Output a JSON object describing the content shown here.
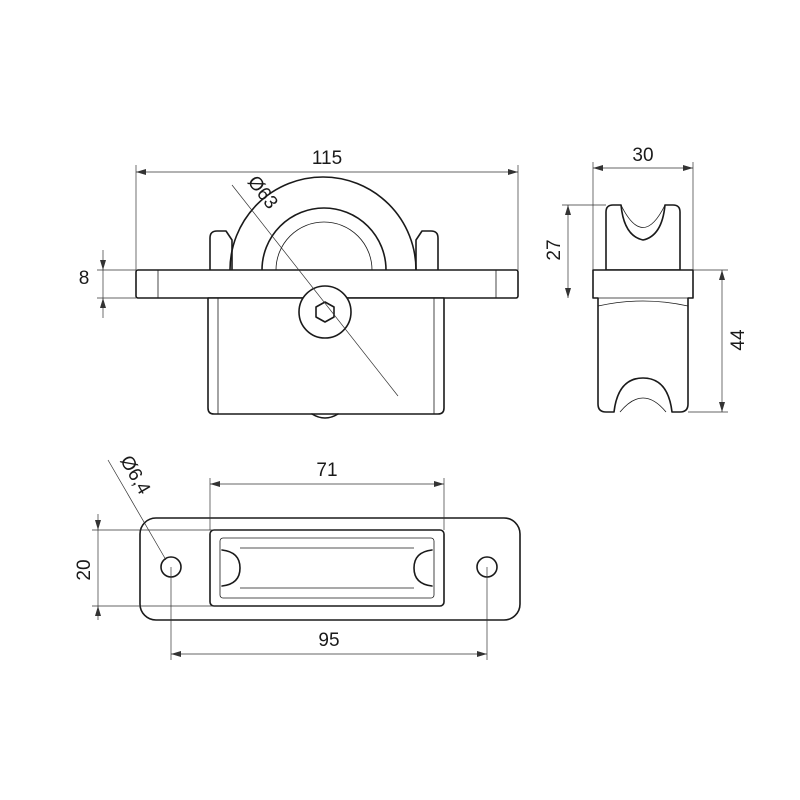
{
  "dimensions": {
    "overall_width": "115",
    "wheel_diameter": "Ø63",
    "flange_thickness": "8",
    "side_width": "30",
    "wheel_height": "27",
    "body_height": "44",
    "slot_length": "71",
    "hole_diameter": "Ø6,4",
    "plate_width": "20",
    "hole_spacing": "95"
  },
  "colors": {
    "line": "#1a1a1a",
    "background": "#ffffff"
  }
}
